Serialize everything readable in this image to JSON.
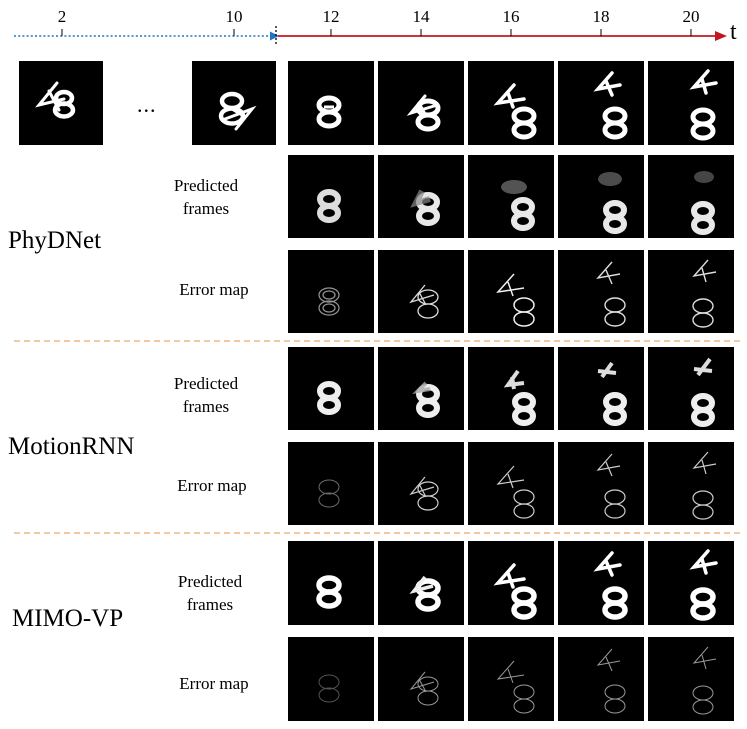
{
  "timeline": {
    "ticks": [
      "2",
      "10",
      "12",
      "14",
      "16",
      "18",
      "20"
    ],
    "axis_label": "t",
    "input_color": "#1f77c4",
    "output_color": "#c0181e"
  },
  "input": {
    "ellipsis": "..."
  },
  "methods": [
    {
      "name": "PhyDNet",
      "predicted_label": "Predicted frames",
      "error_label": "Error map"
    },
    {
      "name": "MotionRNN",
      "predicted_label": "Predicted frames",
      "error_label": "Error map"
    },
    {
      "name": "MIMO-VP",
      "predicted_label": "Predicted frames",
      "error_label": "Error map"
    }
  ]
}
